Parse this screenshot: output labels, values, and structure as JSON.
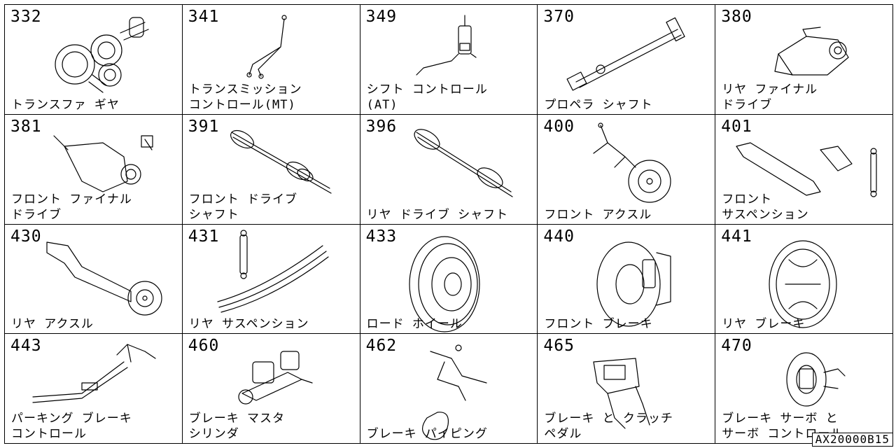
{
  "catalog_code": "AX20000B15",
  "sections": [
    {
      "number": "332",
      "label": [
        "トランスファ ギヤ"
      ],
      "icon": "transfer-gear-icon"
    },
    {
      "number": "341",
      "label": [
        "トランスミッション",
        "コントロール(MT)"
      ],
      "icon": "mt-control-lever-icon"
    },
    {
      "number": "349",
      "label": [
        "シフト コントロール",
        "(AT)"
      ],
      "icon": "at-shift-lever-icon"
    },
    {
      "number": "370",
      "label": [
        "プロペラ シャフト"
      ],
      "icon": "propeller-shaft-icon"
    },
    {
      "number": "380",
      "label": [
        "リヤ ファイナル",
        "ドライブ"
      ],
      "icon": "rear-final-drive-icon"
    },
    {
      "number": "381",
      "label": [
        "フロント ファイナル",
        "ドライブ"
      ],
      "icon": "front-final-drive-icon"
    },
    {
      "number": "391",
      "label": [
        "フロント ドライブ",
        "シャフト"
      ],
      "icon": "front-drive-shaft-icon"
    },
    {
      "number": "396",
      "label": [
        "リヤ ドライブ シャフト"
      ],
      "icon": "rear-drive-shaft-icon"
    },
    {
      "number": "400",
      "label": [
        "フロント アクスル"
      ],
      "icon": "front-axle-icon"
    },
    {
      "number": "401",
      "label": [
        "フロント",
        "サスペンション"
      ],
      "icon": "front-suspension-icon"
    },
    {
      "number": "430",
      "label": [
        "リヤ アクスル"
      ],
      "icon": "rear-axle-icon"
    },
    {
      "number": "431",
      "label": [
        "リヤ サスペンション"
      ],
      "icon": "rear-suspension-icon"
    },
    {
      "number": "433",
      "label": [
        "ロード ホイール"
      ],
      "icon": "road-wheel-icon"
    },
    {
      "number": "440",
      "label": [
        "フロント ブレーキ"
      ],
      "icon": "front-brake-icon"
    },
    {
      "number": "441",
      "label": [
        "リヤ ブレーキ"
      ],
      "icon": "rear-brake-icon"
    },
    {
      "number": "443",
      "label": [
        "パーキング ブレーキ",
        "コントロール"
      ],
      "icon": "parking-brake-control-icon"
    },
    {
      "number": "460",
      "label": [
        "ブレーキ マスタ",
        "シリンダ"
      ],
      "icon": "brake-master-cylinder-icon"
    },
    {
      "number": "462",
      "label": [
        "ブレーキ パイピング"
      ],
      "icon": "brake-piping-icon"
    },
    {
      "number": "465",
      "label": [
        "ブレーキ と クラッチ",
        "ペダル"
      ],
      "icon": "brake-clutch-pedal-icon"
    },
    {
      "number": "470",
      "label": [
        "ブレーキ サーボ と",
        "サーボ コントロール"
      ],
      "icon": "brake-servo-icon"
    }
  ]
}
